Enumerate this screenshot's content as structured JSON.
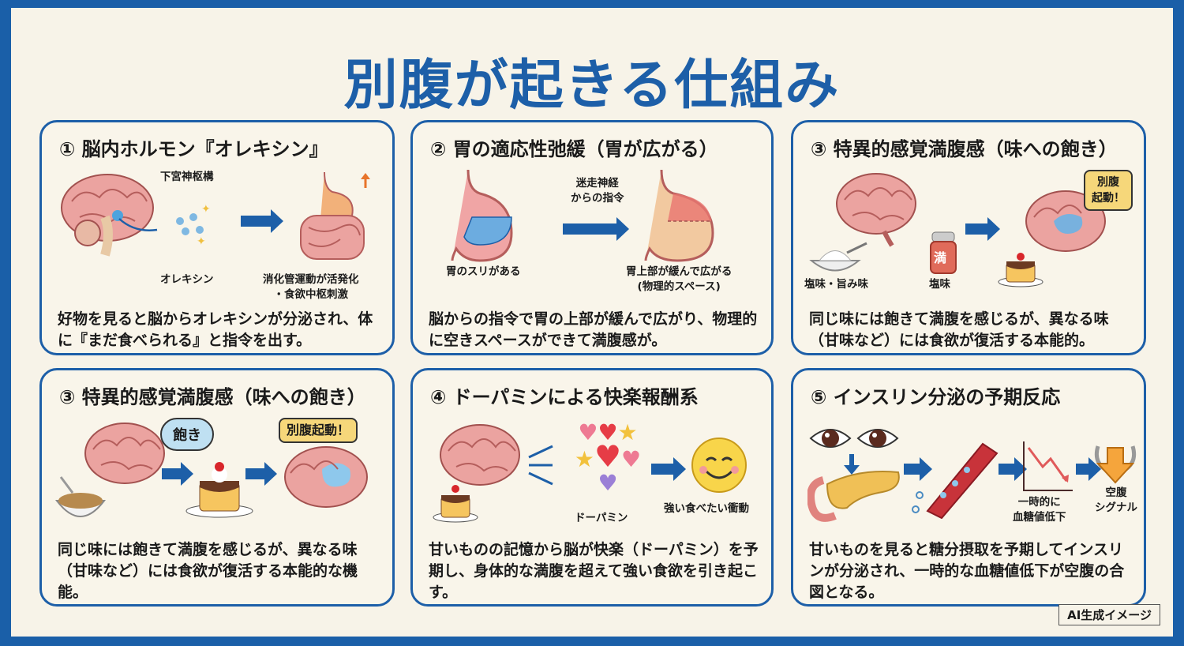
{
  "title": "別腹が起きる仕組み",
  "colors": {
    "accent_blue": "#1d5fa8",
    "background": "#f7f3e8",
    "bubble_yellow": "#f6d77a",
    "brain_pink": "#e89a98"
  },
  "cards": [
    {
      "title": "① 脳内ホルモン『オレキシン』",
      "labels": {
        "pointer": "下宮神枢構",
        "hormone": "オレキシン",
        "effect_line1": "消化管運動が活発化",
        "effect_line2": "・食欲中枢刺激"
      },
      "icons": [
        "brain-icon",
        "orexin-particles-icon",
        "arrow-right-icon",
        "digestive-tract-icon"
      ],
      "description": "好物を見ると脳からオレキシンが分泌され、体に『まだ食べられる』と指令を出す。"
    },
    {
      "title": "② 胃の適応性弛緩（胃が広がる）",
      "labels": {
        "arrow_line1": "迷走神経",
        "arrow_line2": "からの指令",
        "before": "胃のスリがある",
        "after_line1": "胃上部が緩んで広がる",
        "after_line2": "(物理的スペース)"
      },
      "icons": [
        "full-stomach-icon",
        "arrow-right-icon",
        "expanded-stomach-icon"
      ],
      "description": "脳からの指令で胃の上部が緩んで広がり、物理的に空きスペースができて満腹感が。"
    },
    {
      "title": "③ 特異的感覚満腹感（味への飽き）",
      "labels": {
        "taste1": "塩味・旨み味",
        "taste2": "塩味",
        "salt_badge": "満",
        "bubble_line1": "別腹",
        "bubble_line2": "起動！"
      },
      "icons": [
        "brain-icon",
        "salt-bowl-icon",
        "salt-shaker-icon",
        "arrow-right-icon",
        "pudding-icon",
        "brain-icon"
      ],
      "description": "同じ味には飽きて満腹を感じるが、異なる味（甘味など）には食欲が復活する本能的。"
    },
    {
      "title": "③ 特異的感覚満腹感（味への飽き）",
      "labels": {
        "bubble_tired": "飽き",
        "bubble_start": "別腹起動！"
      },
      "icons": [
        "brain-icon",
        "rice-bowl-icon",
        "arrow-right-icon",
        "pudding-icon",
        "arrow-right-icon",
        "brain-icon"
      ],
      "description": "同じ味には飽きて満腹を感じるが、異なる味（甘味など）には食欲が復活する本能的な機能。"
    },
    {
      "title": "④ ドーパミンによる快楽報酬系",
      "labels": {
        "dopamine": "ドーパミン",
        "urge": "強い食べたい衝動"
      },
      "icons": [
        "brain-icon",
        "pudding-icon",
        "hearts-stars-icon",
        "arrow-right-icon",
        "smiley-icon"
      ],
      "description": "甘いものの記憶から脳が快楽（ドーパミン）を予期し、身体的な満腹を超えて強い食欲を引き起こす。"
    },
    {
      "title": "⑤ インスリン分泌の予期反応",
      "labels": {
        "drop_line1": "一時的に",
        "drop_line2": "血糖値低下",
        "signal_line1": "空腹",
        "signal_line2": "シグナル"
      },
      "icons": [
        "eyes-icon",
        "pancreas-icon",
        "blood-vessel-icon",
        "declining-graph-icon",
        "down-arrow-icon"
      ],
      "description": "甘いものを見ると糖分摂取を予期してインスリンが分泌され、一時的な血糖値低下が空腹の合図となる。"
    }
  ],
  "badge": "AI生成イメージ"
}
